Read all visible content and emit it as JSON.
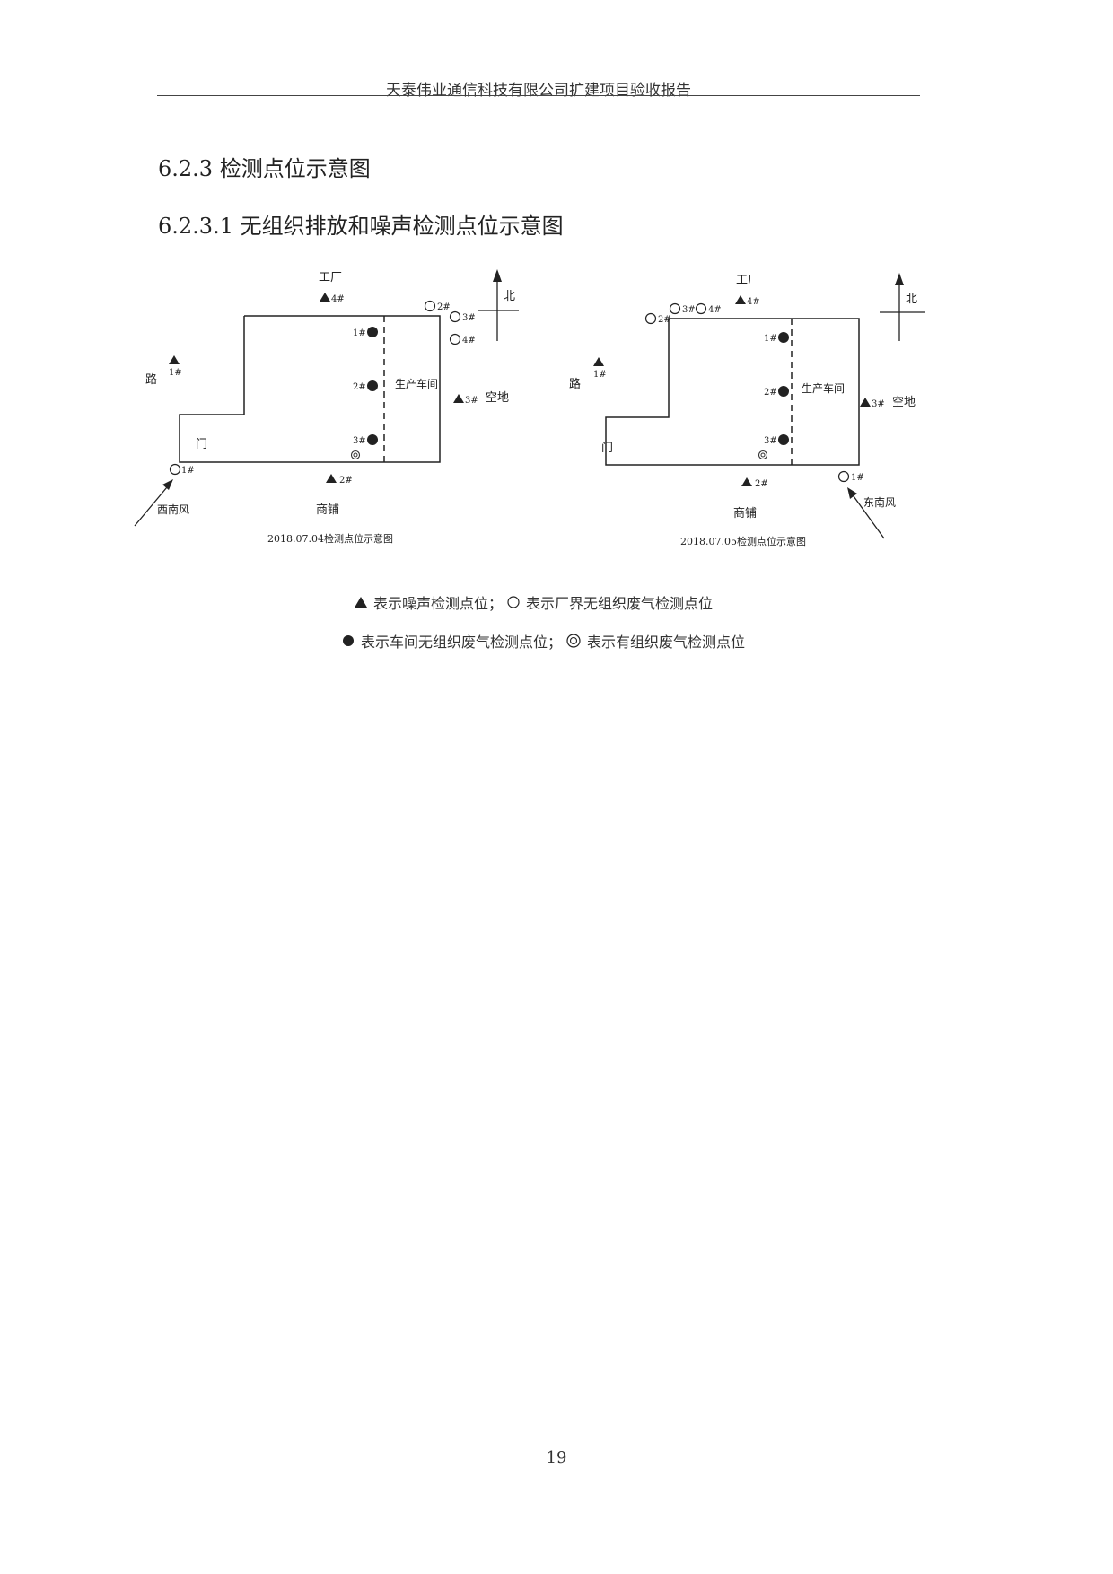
{
  "header": {
    "title": "天泰伟业通信科技有限公司扩建项目验收报告"
  },
  "section": {
    "heading": "6.2.3  检测点位示意图",
    "subheading": "6.2.3.1 无组织排放和噪声检测点位示意图"
  },
  "diagrams": [
    {
      "caption": "2018.07.04检测点位示意图",
      "north_label": "北",
      "factory_label": "工厂",
      "road_label": "路",
      "open_land_label": "空地",
      "shop_label": "商铺",
      "gate_label": "门",
      "workshop_label": "生产车间",
      "wind_label": "西南风",
      "noise_points": [
        "1#",
        "2#",
        "3#",
        "4#"
      ],
      "boundary_points": [
        "1#",
        "2#",
        "3#",
        "4#"
      ],
      "workshop_points": [
        "1#",
        "2#",
        "3#"
      ]
    },
    {
      "caption": "2018.07.05检测点位示意图",
      "north_label": "北",
      "factory_label": "工厂",
      "road_label": "路",
      "open_land_label": "空地",
      "shop_label": "商铺",
      "gate_label": "门",
      "workshop_label": "生产车间",
      "wind_label": "东南风",
      "noise_points": [
        "1#",
        "2#",
        "3#",
        "4#"
      ],
      "boundary_points": [
        "1#",
        "2#",
        "3#",
        "4#"
      ],
      "workshop_points": [
        "1#",
        "2#",
        "3#"
      ]
    }
  ],
  "legend": {
    "noise": "表示噪声检测点位；",
    "boundary": "表示厂界无组织废气检测点位",
    "workshop": "表示车间无组织废气检测点位；",
    "organized": "表示有组织废气检测点位"
  },
  "page_number": "19"
}
